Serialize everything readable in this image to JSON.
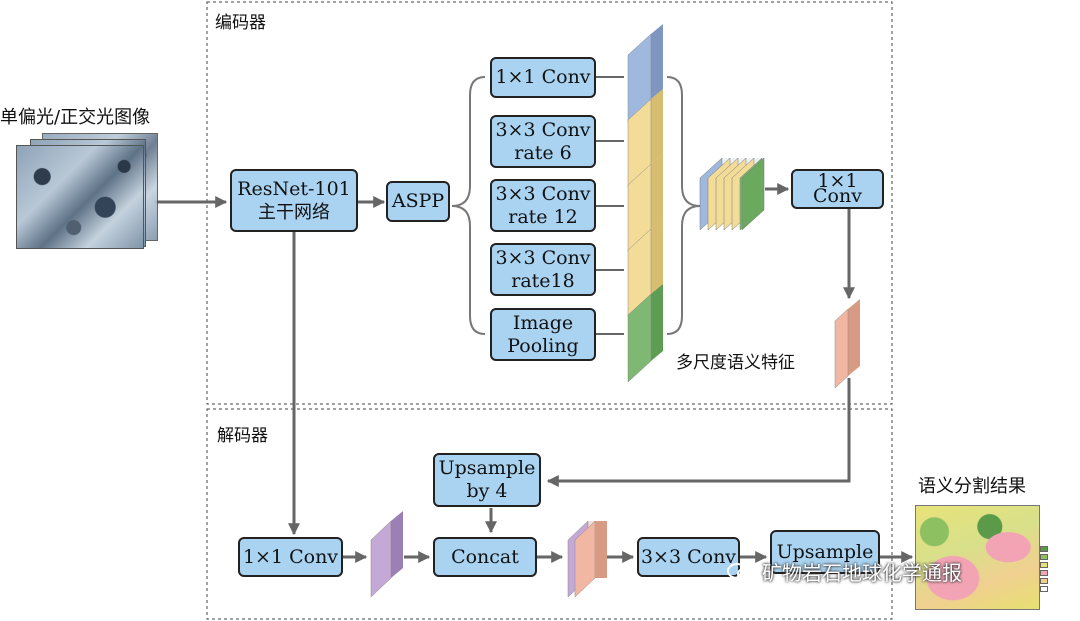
{
  "sections": {
    "encoder_label": "编码器",
    "decoder_label": "解码器"
  },
  "input_label": "单偏光/正交光图像",
  "output_label": "语义分割结果",
  "multiscale_label": "多尺度语义特征",
  "encoder": {
    "backbone": {
      "line1": "ResNet-101",
      "line2": "主干网络"
    },
    "aspp": "ASPP",
    "branches": [
      {
        "line1": "1×1 Conv",
        "line2": ""
      },
      {
        "line1": "3×3 Conv",
        "line2": "rate 6"
      },
      {
        "line1": "3×3 Conv",
        "line2": "rate 12"
      },
      {
        "line1": "3×3 Conv",
        "line2": "rate18"
      },
      {
        "line1": "Image",
        "line2": "Pooling"
      }
    ],
    "fuse_conv": {
      "line1": "1×1",
      "line2": "Conv"
    }
  },
  "decoder": {
    "conv1x1": "1×1 Conv",
    "upsample4": {
      "line1": "Upsample",
      "line2": "by 4"
    },
    "concat": "Concat",
    "conv3x3": "3×3 Conv",
    "upsample_final": "Upsample"
  },
  "watermark": "矿物岩石地球化学通报",
  "colors": {
    "box_fill": "#a9d3f1",
    "feat_blue": "#9fb8de",
    "feat_yellow": "#f3dc98",
    "feat_green": "#7fb873",
    "feat_peach": "#f2b7a2",
    "feat_purple": "#c4a8d6",
    "arrow": "#666666"
  }
}
